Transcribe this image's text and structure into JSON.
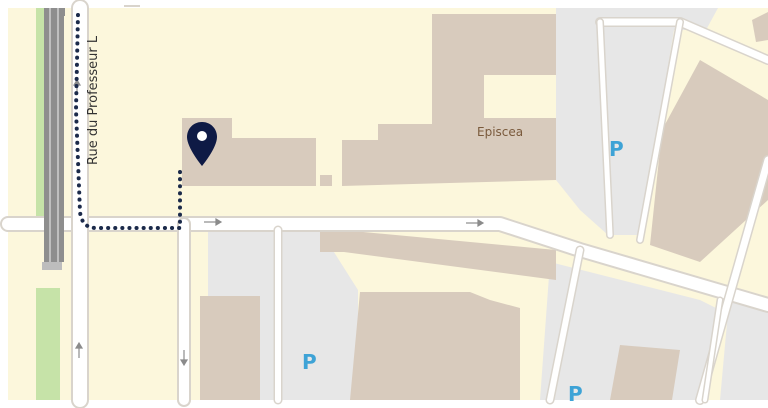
{
  "map": {
    "street_label": "Rue du Professeur L",
    "building_label": "Episcea",
    "parking_label": "P",
    "colors": {
      "land": "#fcf7dc",
      "road": "#ffffff",
      "road_outline": "#d9d4cc",
      "building": "#d8cbbd",
      "parking_area": "#e7e7e7",
      "green": "#c6e3a8",
      "railway": "#8e8e8e",
      "route": "#1b2a4a",
      "pin": "#0e1a45",
      "parking_text": "#3ea3d6",
      "label_text": "#7a5a3c",
      "arrow": "#8b8b8b"
    },
    "icons": {
      "pin": "map-pin-icon",
      "oneway": "oneway-arrow-icon",
      "parking": "parking-icon"
    }
  }
}
